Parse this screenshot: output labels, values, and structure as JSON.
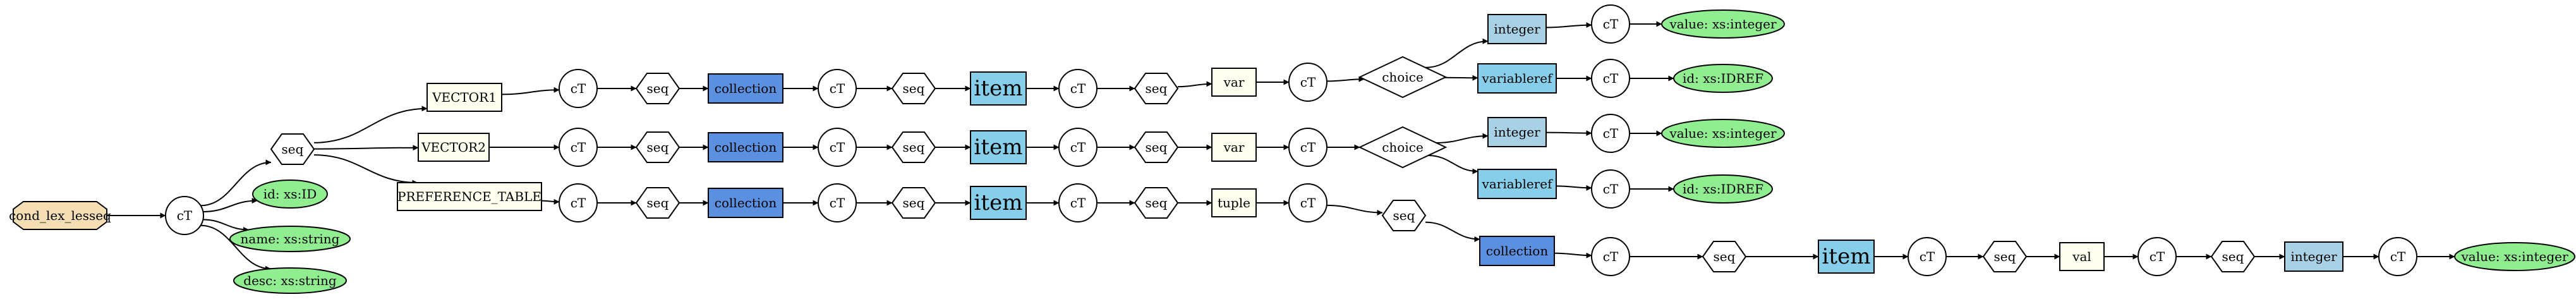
{
  "colors": {
    "root": "#F5DEB3",
    "element_box": "#FFFFF0",
    "collection": "#5B8FE0",
    "item": "#87CEEB",
    "integer": "#A8D1E6",
    "variableref": "#87CEEB",
    "attribute": "#90EE90",
    "plain": "#FFFFFF"
  },
  "labels": {
    "root": "cond_lex_lesseq",
    "ct": "cT",
    "seq": "seq",
    "choice": "choice",
    "collection": "collection",
    "item": "item",
    "var": "var",
    "tuple": "tuple",
    "val": "val",
    "integer": "integer",
    "variableref": "variableref",
    "vector1": "VECTOR1",
    "vector2": "VECTOR2",
    "preference_table": "PREFERENCE_TABLE",
    "attr_id_id": "id: xs:ID",
    "attr_name": "name: xs:string",
    "attr_desc": "desc: xs:string",
    "attr_value_int": "value: xs:integer",
    "attr_id_idref": "id: xs:IDREF"
  },
  "graph": {
    "nodes": [
      {
        "id": "root",
        "shape": "octagon",
        "label": "labels.root",
        "fill": "root",
        "name": "root-node"
      },
      {
        "id": "ct0",
        "shape": "circle",
        "label": "labels.ct",
        "fill": "plain",
        "name": "ct-node"
      },
      {
        "id": "seq0",
        "shape": "hexagon",
        "label": "labels.seq",
        "fill": "plain",
        "name": "seq-node"
      },
      {
        "id": "a_id",
        "shape": "ellipse",
        "label": "labels.attr_id_id",
        "fill": "attribute",
        "name": "attribute-id"
      },
      {
        "id": "a_name",
        "shape": "ellipse-noborder",
        "label": "labels.attr_name",
        "fill": "attribute",
        "name": "attribute-name"
      },
      {
        "id": "a_desc",
        "shape": "ellipse-noborder",
        "label": "labels.attr_desc",
        "fill": "attribute",
        "name": "attribute-desc"
      },
      {
        "id": "v1",
        "shape": "box",
        "label": "labels.vector1",
        "fill": "element_box",
        "name": "vector1-node"
      },
      {
        "id": "v1_ct1",
        "shape": "circle",
        "label": "labels.ct",
        "fill": "plain",
        "name": "ct-node"
      },
      {
        "id": "v1_seq1",
        "shape": "hexagon",
        "label": "labels.seq",
        "fill": "plain",
        "name": "seq-node"
      },
      {
        "id": "v1_col",
        "shape": "box",
        "label": "labels.collection",
        "fill": "collection",
        "name": "collection-node"
      },
      {
        "id": "v1_ct2",
        "shape": "circle",
        "label": "labels.ct",
        "fill": "plain",
        "name": "ct-node"
      },
      {
        "id": "v1_seq2",
        "shape": "hexagon",
        "label": "labels.seq",
        "fill": "plain",
        "name": "seq-node"
      },
      {
        "id": "v1_item",
        "shape": "box-noborder",
        "label": "labels.item",
        "fill": "item",
        "big": true,
        "name": "item-node"
      },
      {
        "id": "v1_ct3",
        "shape": "circle",
        "label": "labels.ct",
        "fill": "plain",
        "name": "ct-node"
      },
      {
        "id": "v1_seq3",
        "shape": "hexagon",
        "label": "labels.seq",
        "fill": "plain",
        "name": "seq-node"
      },
      {
        "id": "v1_var",
        "shape": "box",
        "label": "labels.var",
        "fill": "element_box",
        "name": "var-node"
      },
      {
        "id": "v1_ct4",
        "shape": "circle",
        "label": "labels.ct",
        "fill": "plain",
        "name": "ct-node"
      },
      {
        "id": "v1_choice",
        "shape": "diamond",
        "label": "labels.choice",
        "fill": "plain",
        "name": "choice-node"
      },
      {
        "id": "v1_int",
        "shape": "box",
        "label": "labels.integer",
        "fill": "integer",
        "name": "integer-node"
      },
      {
        "id": "v1_ct5",
        "shape": "circle",
        "label": "labels.ct",
        "fill": "plain",
        "name": "ct-node"
      },
      {
        "id": "v1_aval",
        "shape": "ellipse",
        "label": "labels.attr_value_int",
        "fill": "attribute",
        "name": "attribute-value"
      },
      {
        "id": "v1_vref",
        "shape": "box",
        "label": "labels.variableref",
        "fill": "variableref",
        "name": "variableref-node"
      },
      {
        "id": "v1_ct6",
        "shape": "circle",
        "label": "labels.ct",
        "fill": "plain",
        "name": "ct-node"
      },
      {
        "id": "v1_aidref",
        "shape": "ellipse",
        "label": "labels.attr_id_idref",
        "fill": "attribute",
        "name": "attribute-idref"
      },
      {
        "id": "v2",
        "shape": "box",
        "label": "labels.vector2",
        "fill": "element_box",
        "name": "vector2-node"
      },
      {
        "id": "v2_ct1",
        "shape": "circle",
        "label": "labels.ct",
        "fill": "plain",
        "name": "ct-node"
      },
      {
        "id": "v2_seq1",
        "shape": "hexagon",
        "label": "labels.seq",
        "fill": "plain",
        "name": "seq-node"
      },
      {
        "id": "v2_col",
        "shape": "box",
        "label": "labels.collection",
        "fill": "collection",
        "name": "collection-node"
      },
      {
        "id": "v2_ct2",
        "shape": "circle",
        "label": "labels.ct",
        "fill": "plain",
        "name": "ct-node"
      },
      {
        "id": "v2_seq2",
        "shape": "hexagon",
        "label": "labels.seq",
        "fill": "plain",
        "name": "seq-node"
      },
      {
        "id": "v2_item",
        "shape": "box-noborder",
        "label": "labels.item",
        "fill": "item",
        "big": true,
        "name": "item-node"
      },
      {
        "id": "v2_ct3",
        "shape": "circle",
        "label": "labels.ct",
        "fill": "plain",
        "name": "ct-node"
      },
      {
        "id": "v2_seq3",
        "shape": "hexagon",
        "label": "labels.seq",
        "fill": "plain",
        "name": "seq-node"
      },
      {
        "id": "v2_var",
        "shape": "box",
        "label": "labels.var",
        "fill": "element_box",
        "name": "var-node"
      },
      {
        "id": "v2_ct4",
        "shape": "circle",
        "label": "labels.ct",
        "fill": "plain",
        "name": "ct-node"
      },
      {
        "id": "v2_choice",
        "shape": "diamond",
        "label": "labels.choice",
        "fill": "plain",
        "name": "choice-node"
      },
      {
        "id": "v2_int",
        "shape": "box",
        "label": "labels.integer",
        "fill": "integer",
        "name": "integer-node"
      },
      {
        "id": "v2_ct5",
        "shape": "circle",
        "label": "labels.ct",
        "fill": "plain",
        "name": "ct-node"
      },
      {
        "id": "v2_aval",
        "shape": "ellipse",
        "label": "labels.attr_value_int",
        "fill": "attribute",
        "name": "attribute-value"
      },
      {
        "id": "v2_vref",
        "shape": "box",
        "label": "labels.variableref",
        "fill": "variableref",
        "name": "variableref-node"
      },
      {
        "id": "v2_ct6",
        "shape": "circle",
        "label": "labels.ct",
        "fill": "plain",
        "name": "ct-node"
      },
      {
        "id": "v2_aidref",
        "shape": "ellipse",
        "label": "labels.attr_id_idref",
        "fill": "attribute",
        "name": "attribute-idref"
      },
      {
        "id": "pt",
        "shape": "box",
        "label": "labels.preference_table",
        "fill": "element_box",
        "name": "preference-table-node"
      },
      {
        "id": "pt_ct1",
        "shape": "circle",
        "label": "labels.ct",
        "fill": "plain",
        "name": "ct-node"
      },
      {
        "id": "pt_seq1",
        "shape": "hexagon",
        "label": "labels.seq",
        "fill": "plain",
        "name": "seq-node"
      },
      {
        "id": "pt_col",
        "shape": "box",
        "label": "labels.collection",
        "fill": "collection",
        "name": "collection-node"
      },
      {
        "id": "pt_ct2",
        "shape": "circle",
        "label": "labels.ct",
        "fill": "plain",
        "name": "ct-node"
      },
      {
        "id": "pt_seq2",
        "shape": "hexagon",
        "label": "labels.seq",
        "fill": "plain",
        "name": "seq-node"
      },
      {
        "id": "pt_item",
        "shape": "box-noborder",
        "label": "labels.item",
        "fill": "item",
        "big": true,
        "name": "item-node"
      },
      {
        "id": "pt_ct3",
        "shape": "circle",
        "label": "labels.ct",
        "fill": "plain",
        "name": "ct-node"
      },
      {
        "id": "pt_seq3",
        "shape": "hexagon",
        "label": "labels.seq",
        "fill": "plain",
        "name": "seq-node"
      },
      {
        "id": "pt_tuple",
        "shape": "box",
        "label": "labels.tuple",
        "fill": "element_box",
        "name": "tuple-node"
      },
      {
        "id": "pt_ct4",
        "shape": "circle",
        "label": "labels.ct",
        "fill": "plain",
        "name": "ct-node"
      },
      {
        "id": "pt_seq4",
        "shape": "hexagon",
        "label": "labels.seq",
        "fill": "plain",
        "name": "seq-node"
      },
      {
        "id": "pt_col2",
        "shape": "box",
        "label": "labels.collection",
        "fill": "collection",
        "name": "collection-node"
      },
      {
        "id": "pt_ct5",
        "shape": "circle",
        "label": "labels.ct",
        "fill": "plain",
        "name": "ct-node"
      },
      {
        "id": "pt_seq5",
        "shape": "hexagon",
        "label": "labels.seq",
        "fill": "plain",
        "name": "seq-node"
      },
      {
        "id": "pt_item2",
        "shape": "box-noborder",
        "label": "labels.item",
        "fill": "item",
        "big": true,
        "name": "item-node"
      },
      {
        "id": "pt_ct6",
        "shape": "circle",
        "label": "labels.ct",
        "fill": "plain",
        "name": "ct-node"
      },
      {
        "id": "pt_seq6",
        "shape": "hexagon",
        "label": "labels.seq",
        "fill": "plain",
        "name": "seq-node"
      },
      {
        "id": "pt_val",
        "shape": "box",
        "label": "labels.val",
        "fill": "element_box",
        "name": "val-node"
      },
      {
        "id": "pt_ct7",
        "shape": "circle",
        "label": "labels.ct",
        "fill": "plain",
        "name": "ct-node"
      },
      {
        "id": "pt_seq7",
        "shape": "hexagon",
        "label": "labels.seq",
        "fill": "plain",
        "name": "seq-node"
      },
      {
        "id": "pt_int",
        "shape": "box",
        "label": "labels.integer",
        "fill": "integer",
        "name": "integer-node"
      },
      {
        "id": "pt_ct8",
        "shape": "circle",
        "label": "labels.ct",
        "fill": "plain",
        "name": "ct-node"
      },
      {
        "id": "pt_aval",
        "shape": "ellipse",
        "label": "labels.attr_value_int",
        "fill": "attribute",
        "name": "attribute-value"
      }
    ],
    "edges": [
      [
        "root",
        "ct0"
      ],
      [
        "ct0",
        "seq0"
      ],
      [
        "ct0",
        "a_id"
      ],
      [
        "ct0",
        "a_name"
      ],
      [
        "ct0",
        "a_desc"
      ],
      [
        "seq0",
        "v1"
      ],
      [
        "seq0",
        "v2"
      ],
      [
        "seq0",
        "pt"
      ],
      [
        "v1",
        "v1_ct1"
      ],
      [
        "v1_ct1",
        "v1_seq1"
      ],
      [
        "v1_seq1",
        "v1_col"
      ],
      [
        "v1_col",
        "v1_ct2"
      ],
      [
        "v1_ct2",
        "v1_seq2"
      ],
      [
        "v1_seq2",
        "v1_item"
      ],
      [
        "v1_item",
        "v1_ct3"
      ],
      [
        "v1_ct3",
        "v1_seq3"
      ],
      [
        "v1_seq3",
        "v1_var"
      ],
      [
        "v1_var",
        "v1_ct4"
      ],
      [
        "v1_ct4",
        "v1_choice"
      ],
      [
        "v1_choice",
        "v1_int"
      ],
      [
        "v1_choice",
        "v1_vref"
      ],
      [
        "v1_int",
        "v1_ct5"
      ],
      [
        "v1_ct5",
        "v1_aval"
      ],
      [
        "v1_vref",
        "v1_ct6"
      ],
      [
        "v1_ct6",
        "v1_aidref"
      ],
      [
        "v2",
        "v2_ct1"
      ],
      [
        "v2_ct1",
        "v2_seq1"
      ],
      [
        "v2_seq1",
        "v2_col"
      ],
      [
        "v2_col",
        "v2_ct2"
      ],
      [
        "v2_ct2",
        "v2_seq2"
      ],
      [
        "v2_seq2",
        "v2_item"
      ],
      [
        "v2_item",
        "v2_ct3"
      ],
      [
        "v2_ct3",
        "v2_seq3"
      ],
      [
        "v2_seq3",
        "v2_var"
      ],
      [
        "v2_var",
        "v2_ct4"
      ],
      [
        "v2_ct4",
        "v2_choice"
      ],
      [
        "v2_choice",
        "v2_int"
      ],
      [
        "v2_choice",
        "v2_vref"
      ],
      [
        "v2_int",
        "v2_ct5"
      ],
      [
        "v2_ct5",
        "v2_aval"
      ],
      [
        "v2_vref",
        "v2_ct6"
      ],
      [
        "v2_ct6",
        "v2_aidref"
      ],
      [
        "pt",
        "pt_ct1"
      ],
      [
        "pt_ct1",
        "pt_seq1"
      ],
      [
        "pt_seq1",
        "pt_col"
      ],
      [
        "pt_col",
        "pt_ct2"
      ],
      [
        "pt_ct2",
        "pt_seq2"
      ],
      [
        "pt_seq2",
        "pt_item"
      ],
      [
        "pt_item",
        "pt_ct3"
      ],
      [
        "pt_ct3",
        "pt_seq3"
      ],
      [
        "pt_seq3",
        "pt_tuple"
      ],
      [
        "pt_tuple",
        "pt_ct4"
      ],
      [
        "pt_ct4",
        "pt_seq4"
      ],
      [
        "pt_seq4",
        "pt_col2"
      ],
      [
        "pt_col2",
        "pt_ct5"
      ],
      [
        "pt_ct5",
        "pt_seq5"
      ],
      [
        "pt_seq5",
        "pt_item2"
      ],
      [
        "pt_item2",
        "pt_ct6"
      ],
      [
        "pt_ct6",
        "pt_seq6"
      ],
      [
        "pt_seq6",
        "pt_val"
      ],
      [
        "pt_val",
        "pt_ct7"
      ],
      [
        "pt_ct7",
        "pt_seq7"
      ],
      [
        "pt_seq7",
        "pt_int"
      ],
      [
        "pt_int",
        "pt_ct8"
      ],
      [
        "pt_ct8",
        "pt_aval"
      ]
    ]
  }
}
